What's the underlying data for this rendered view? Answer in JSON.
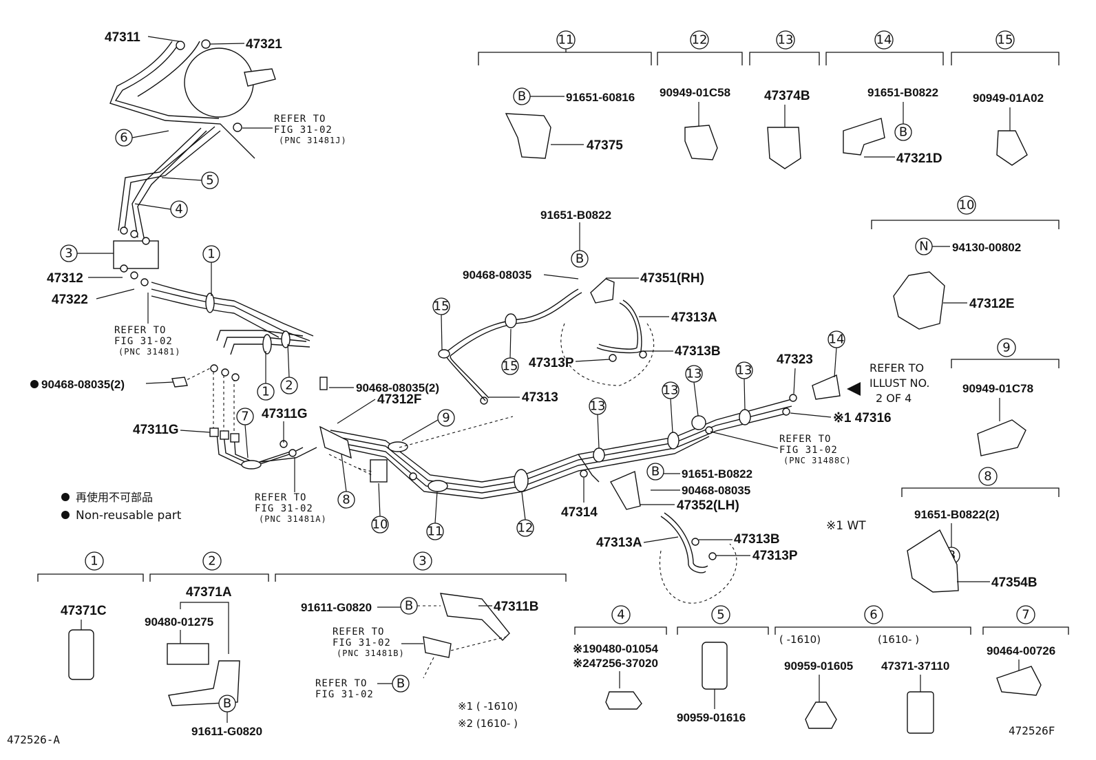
{
  "top": {
    "p47311": "47311",
    "p47321": "47321",
    "ref_a": [
      "REFER TO",
      "FIG 31-02",
      "(PNC 31481J)"
    ],
    "p47312": "47312",
    "p47322": "47322",
    "ref_b": [
      "REFER TO",
      "FIG 31-02",
      "(PNC 31481)"
    ],
    "c1": "1",
    "c2": "2",
    "c3": "3",
    "c4": "4",
    "c5": "5",
    "c6": "6",
    "c7": "7"
  },
  "left": {
    "bolt_note": "90468-08035(2)",
    "p47311g_a": "47311G",
    "p47311g_b": "47311G",
    "ref_c": [
      "REFER TO",
      "FIG 31-02",
      "(PNC 31481A)"
    ],
    "legend_jp": "再使用不可部品",
    "legend_en": "Non-reusable part"
  },
  "center": {
    "p91651b": "91651-B0822",
    "p90468": "90468-08035",
    "p47351": "47351(RH)",
    "p47313a": "47313A",
    "p47313b": "47313B",
    "p47313p": "47313P",
    "p47313": "47313",
    "p90468_2": "90468-08035(2)",
    "p47312f": "47312F",
    "p47323": "47323",
    "p47316": "※1 47316",
    "ref_illust": [
      "REFER TO",
      "ILLUST NO.",
      "2 OF 4"
    ],
    "ref_d": [
      "REFER TO",
      "FIG 31-02",
      "(PNC 31488C)"
    ],
    "p91651b_2": "91651-B0822",
    "p90468_3": "90468-08035",
    "p47352": "47352(LH)",
    "p47314": "47314",
    "p47313a_2": "47313A",
    "p47313b_2": "47313B",
    "p47313p_2": "47313P",
    "wt_note": "※1 WT",
    "c8": "8",
    "c9": "9",
    "c10": "10",
    "c11": "11",
    "c12": "12",
    "c13": "13",
    "c14": "14",
    "c15": "15",
    "letter_b": "B"
  },
  "detail_top": {
    "g11": {
      "num": "11",
      "p1": "91651-60816",
      "p2": "47375"
    },
    "g12": {
      "num": "12",
      "p1": "90949-01C58"
    },
    "g13": {
      "num": "13",
      "p1": "47374B"
    },
    "g14": {
      "num": "14",
      "p1": "91651-B0822",
      "p2": "47321D"
    },
    "g15": {
      "num": "15",
      "p1": "90949-01A02"
    }
  },
  "detail_right": {
    "g10": {
      "num": "10",
      "letter": "N",
      "p1": "94130-00802",
      "p2": "47312E"
    },
    "g9": {
      "num": "9",
      "p1": "90949-01C78"
    },
    "g8": {
      "num": "8",
      "p1": "91651-B0822(2)",
      "p2": "47354B"
    }
  },
  "detail_bottom": {
    "g1": {
      "num": "1",
      "p1": "47371C"
    },
    "g2": {
      "num": "2",
      "p1": "47371A",
      "p2": "90480-01275",
      "p3": "91611-G0820"
    },
    "g3": {
      "num": "3",
      "p1": "91611-G0820",
      "p2": "47311B",
      "ref1": [
        "REFER TO",
        "FIG 31-02",
        "(PNC 31481B)"
      ],
      "ref2": [
        "REFER TO",
        "FIG 31-02"
      ],
      "note1": "※1 (      -1610)",
      "note2": "※2 (1610-      )"
    },
    "g4": {
      "num": "4",
      "p1": "※190480-01054",
      "p2": "※247256-37020"
    },
    "g5": {
      "num": "5",
      "p1": "90959-01616"
    },
    "g6": {
      "num": "6",
      "r1": "(      -1610)",
      "r2": "(1610-      )",
      "p1": "90959-01605",
      "p2": "47371-37110"
    },
    "g7": {
      "num": "7",
      "p1": "90464-00726"
    }
  },
  "footer": {
    "left_code": "472526-A",
    "right_code": "472526F"
  }
}
